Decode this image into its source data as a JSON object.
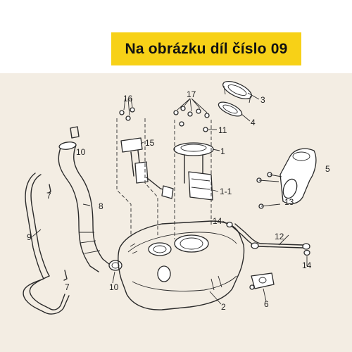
{
  "banner": {
    "text": "Na obrázku díl číslo 09",
    "color": "#f7d117"
  },
  "panel": {
    "background": "#f3ede3"
  },
  "callouts": {
    "c1": "1",
    "c1_1": "1-1",
    "c2": "2",
    "c3": "3",
    "c4": "4",
    "c5": "5",
    "c6": "6",
    "c7a": "7",
    "c7b": "7",
    "c8": "8",
    "c9": "9",
    "c10a": "10",
    "c10b": "10",
    "c11": "11",
    "c12": "12",
    "c13": "13",
    "c14a": "14",
    "c14b": "14",
    "c15": "15",
    "c16": "16",
    "c17": "17"
  }
}
